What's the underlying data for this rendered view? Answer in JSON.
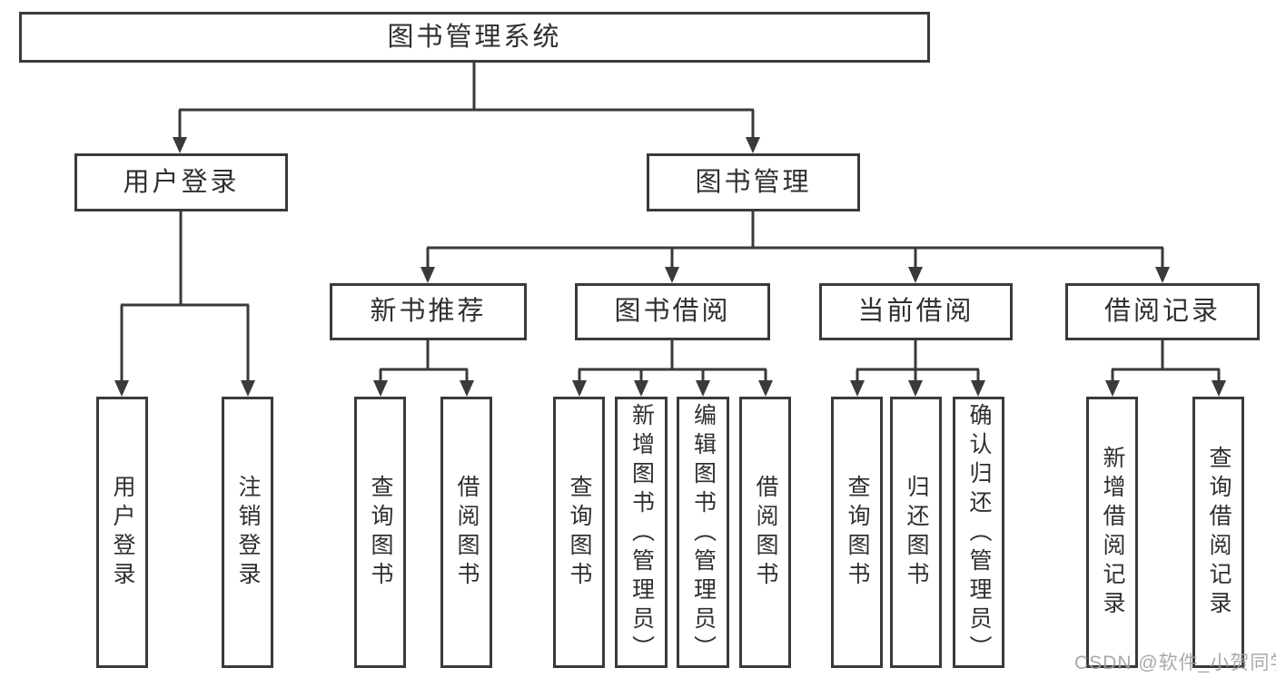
{
  "tree": {
    "label": "图书管理系统",
    "children": [
      {
        "label": "用户登录",
        "children": [
          {
            "label": "用户登录"
          },
          {
            "label": "注销登录"
          }
        ]
      },
      {
        "label": "图书管理",
        "children": [
          {
            "label": "新书推荐",
            "children": [
              {
                "label": "查询图书"
              },
              {
                "label": "借阅图书"
              }
            ]
          },
          {
            "label": "图书借阅",
            "children": [
              {
                "label": "查询图书"
              },
              {
                "label": "新增图书（管理员）"
              },
              {
                "label": "编辑图书（管理员）"
              },
              {
                "label": "借阅图书"
              }
            ]
          },
          {
            "label": "当前借阅",
            "children": [
              {
                "label": "查询图书"
              },
              {
                "label": "归还图书"
              },
              {
                "label": "确认归还（管理员）"
              }
            ]
          },
          {
            "label": "借阅记录",
            "children": [
              {
                "label": "新增借阅记录"
              },
              {
                "label": "查询借阅记录"
              }
            ]
          }
        ]
      }
    ]
  },
  "watermark": "CSDN @软件_小贺同学",
  "colors": {
    "line": "#3a3a3a",
    "text": "#2f2f2f",
    "background": "#ffffff",
    "watermark": "#a0a0a0"
  }
}
